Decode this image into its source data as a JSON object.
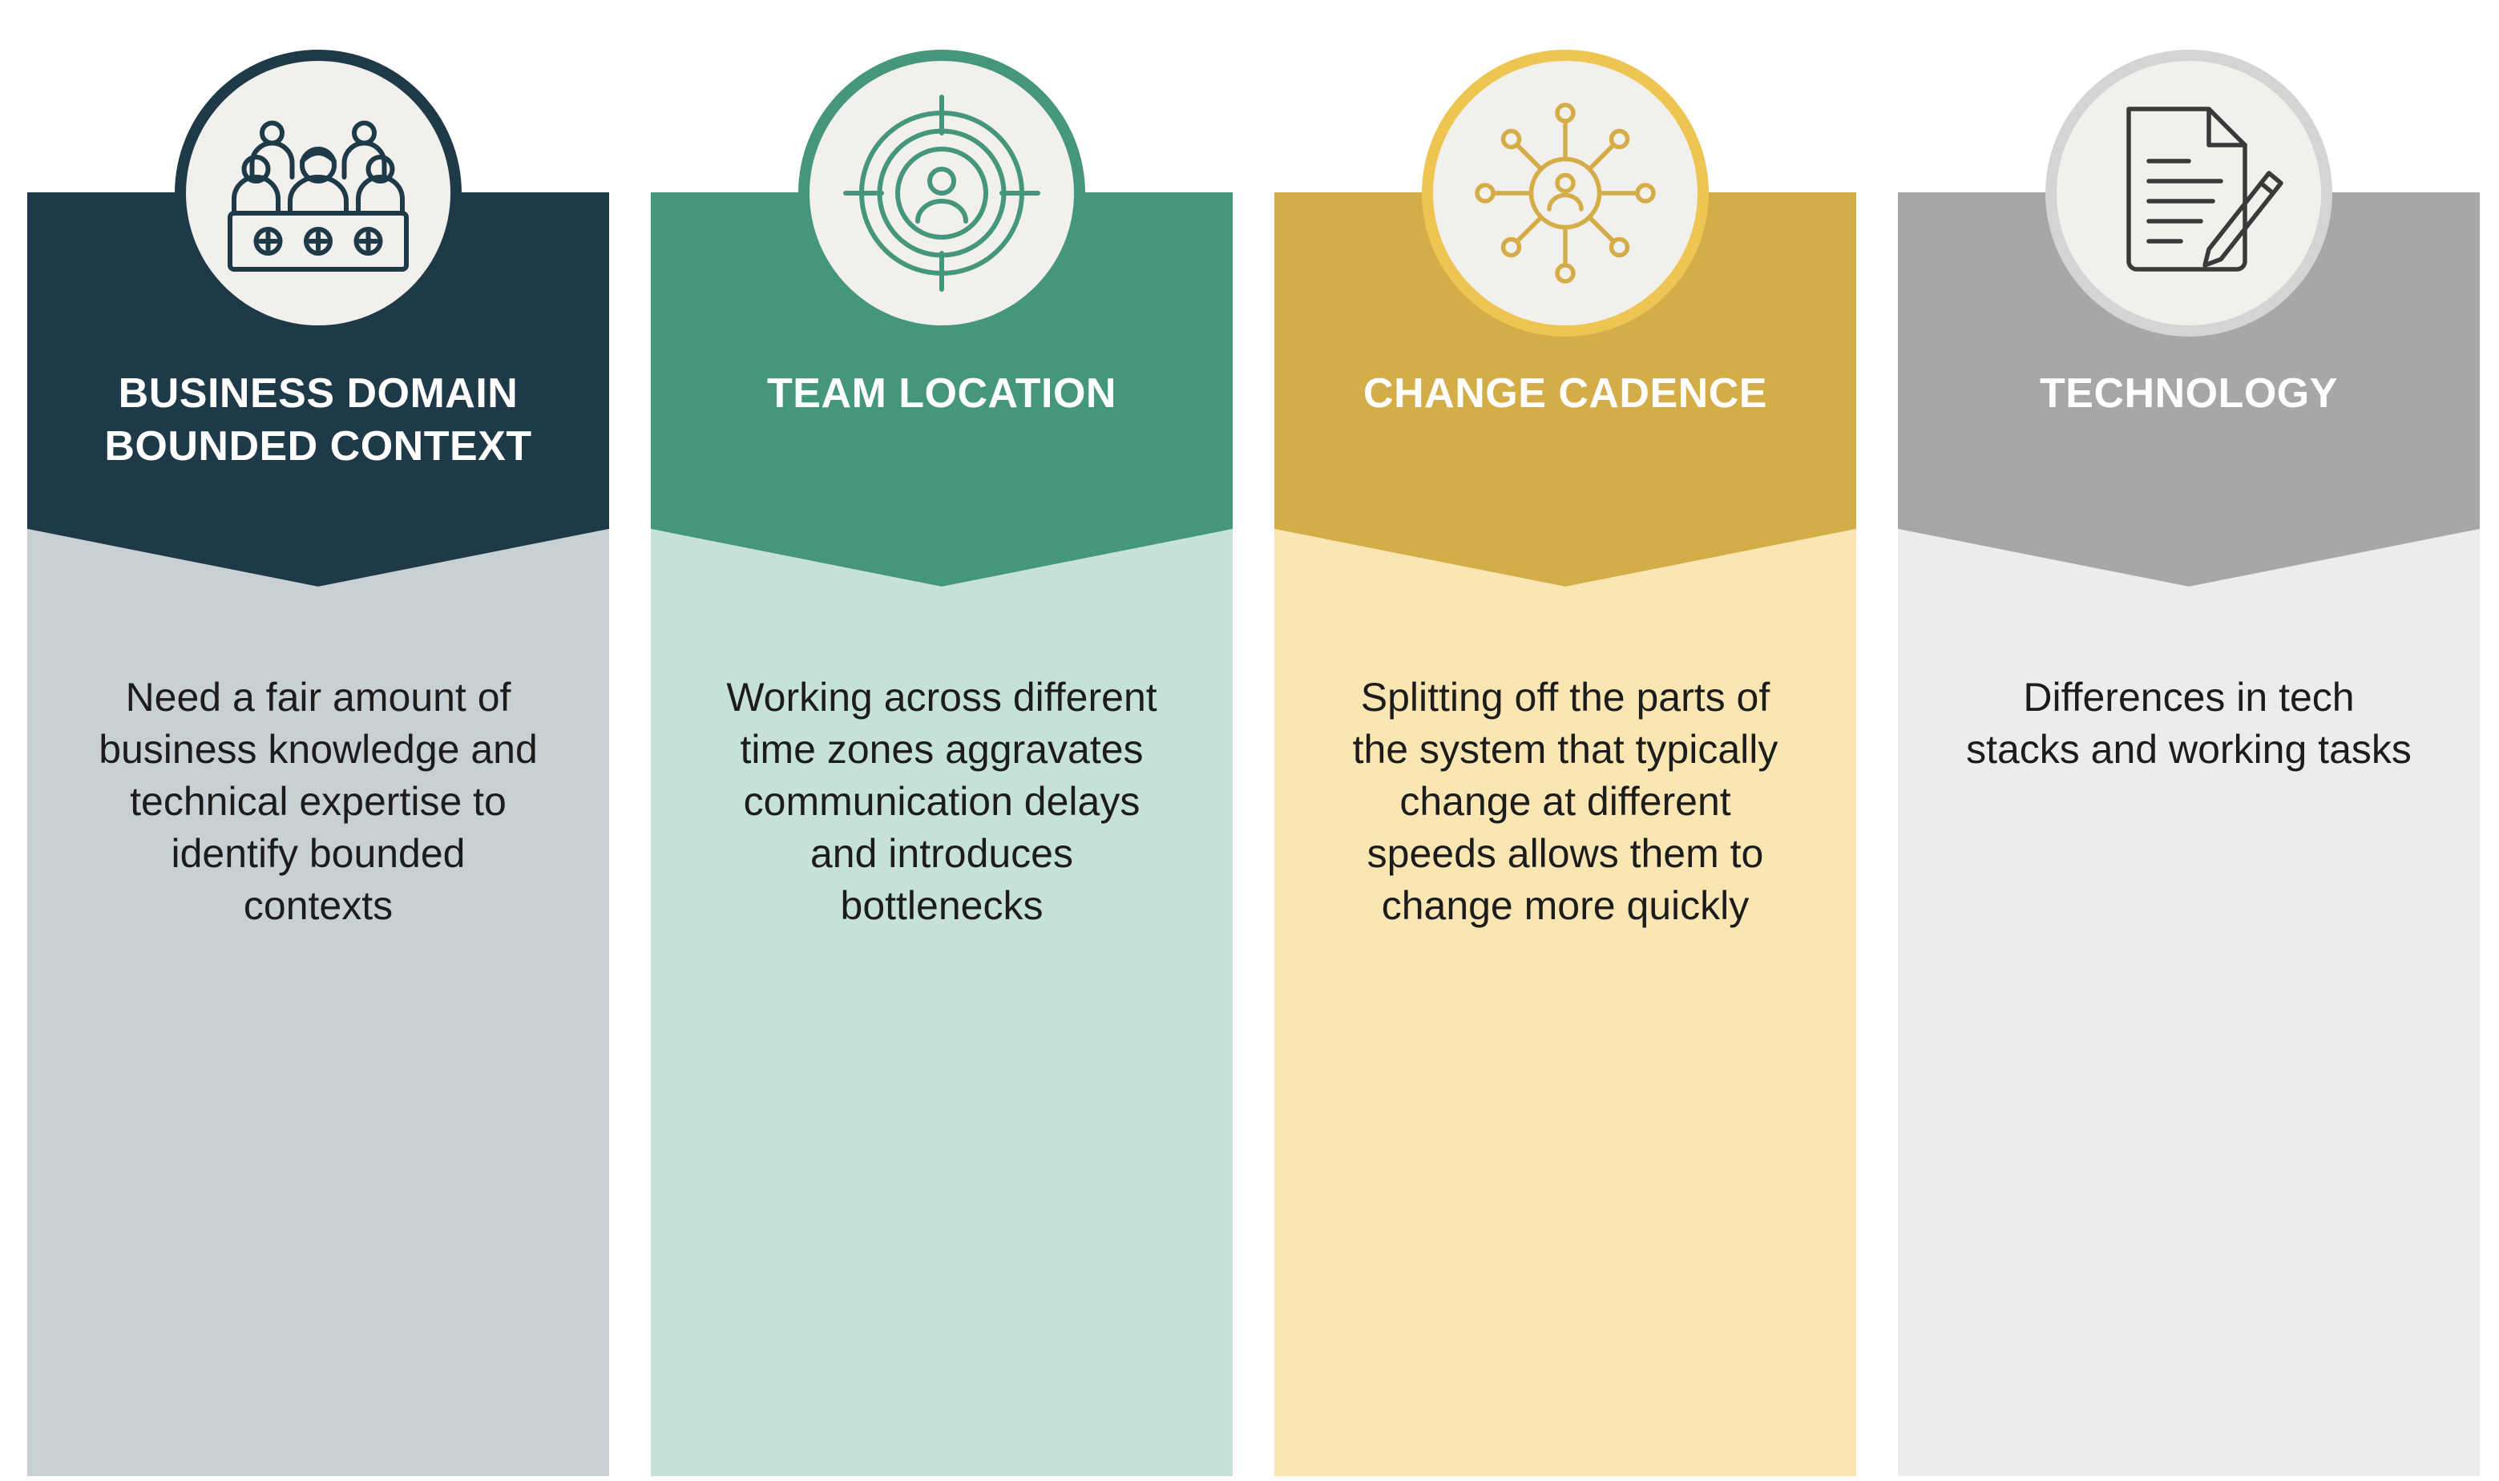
{
  "colors": {
    "icon_disc": "#f2f0ec",
    "title_text": "#ffffff",
    "description_text": "#1c1c1c"
  },
  "cards": [
    {
      "title": "BUSINESS DOMAIN\nBOUNDED CONTEXT",
      "description": "Need a fair amount of\nbusiness knowledge and\ntechnical expertise to\nidentify bounded\ncontexts",
      "icon": "team-at-desk-icon",
      "header_color": "#1e3a48",
      "body_color": "#c8d0d4",
      "ring_color": "#1e3a48"
    },
    {
      "title": "TEAM LOCATION",
      "description": "Working across different\ntime zones aggravates\ncommunication delays\nand introduces\nbottlenecks",
      "icon": "target-person-icon",
      "header_color": "#44967c",
      "body_color": "#c6e2d8",
      "ring_color": "#44967c"
    },
    {
      "title": "CHANGE CADENCE",
      "description": "Splitting off the parts of\nthe system that typically\nchange at different\nspeeds allows them to\nchange more quickly",
      "icon": "network-hub-icon",
      "header_color": "#d4ad48",
      "body_color": "#f9e6b2",
      "ring_color": "#eec452"
    },
    {
      "title": "TECHNOLOGY",
      "description": "Differences in tech\nstacks and working tasks",
      "icon": "document-pen-icon",
      "header_color": "#a8a7a8",
      "body_color": "#ececec",
      "ring_color": "#d4d4d4"
    }
  ]
}
